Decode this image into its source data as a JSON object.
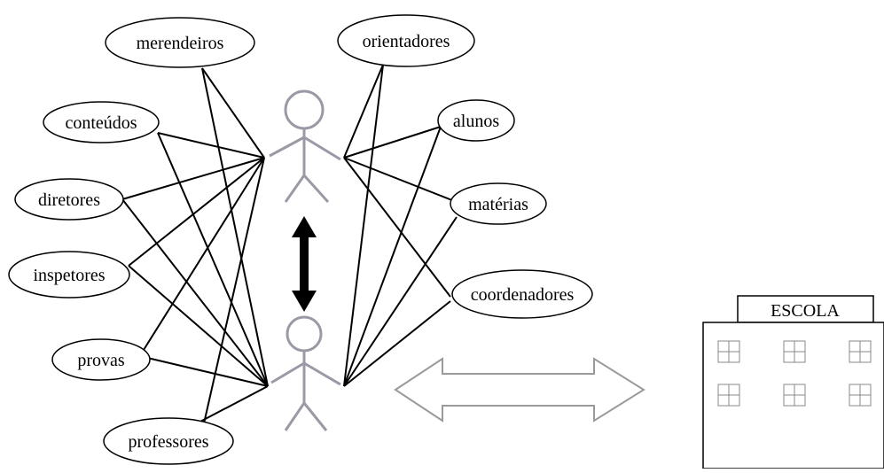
{
  "diagram": {
    "left_nodes": [
      {
        "id": "merendeiros",
        "label": "merendeiros"
      },
      {
        "id": "conteudos",
        "label": "conteúdos"
      },
      {
        "id": "diretores",
        "label": "diretores"
      },
      {
        "id": "inspetores",
        "label": "inspetores"
      },
      {
        "id": "provas",
        "label": "provas"
      },
      {
        "id": "professores",
        "label": "professores"
      }
    ],
    "right_nodes": [
      {
        "id": "orientadores",
        "label": "orientadores"
      },
      {
        "id": "alunos",
        "label": "alunos"
      },
      {
        "id": "materias",
        "label": "matérias"
      },
      {
        "id": "coordenadores",
        "label": "coordenadores"
      }
    ],
    "figures": [
      "top-person",
      "bottom-person"
    ],
    "edges": "every concept node connects to both stick figures",
    "school": {
      "label": "ESCOLA"
    }
  },
  "colors": {
    "line": "#000000",
    "figure": "#9a9aa6",
    "arrow_outline": "#9a9a9a",
    "arrow_fill": "#000000"
  }
}
